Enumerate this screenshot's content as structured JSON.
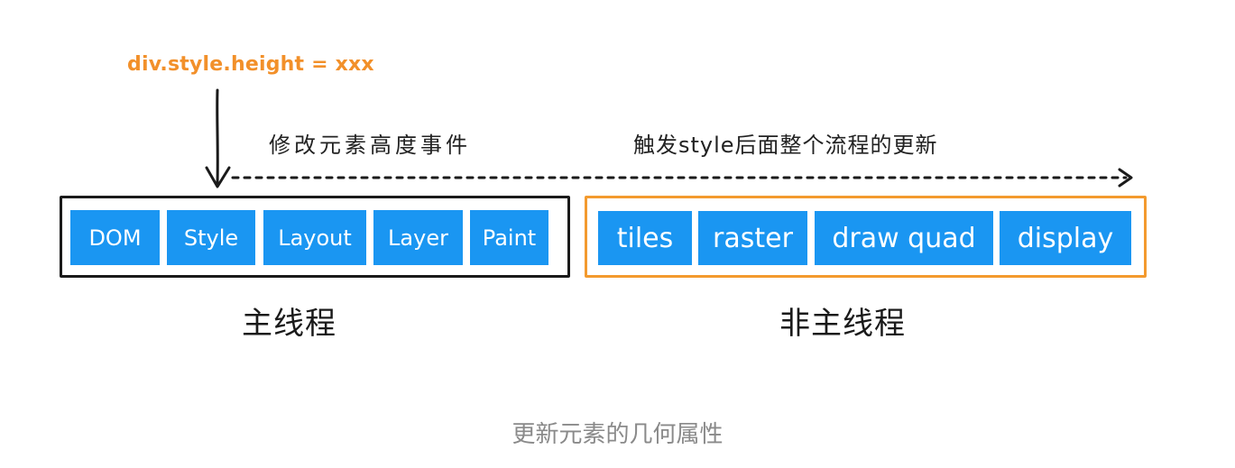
{
  "code_label": "div.style.height = xxx",
  "annotations": {
    "left": "修改元素高度事件",
    "right": "触发style后面整个流程的更新"
  },
  "main_thread": {
    "label": "主线程",
    "border_color": "#1a1a1a",
    "stages": [
      "DOM",
      "Style",
      "Layout",
      "Layer",
      "Paint"
    ]
  },
  "non_main_thread": {
    "label": "非主线程",
    "border_color": "#f39a2e",
    "stages": [
      "tiles",
      "raster",
      "draw quad",
      "display"
    ]
  },
  "stage_color": "#1a96f2",
  "caption": "更新元素的几何属性"
}
